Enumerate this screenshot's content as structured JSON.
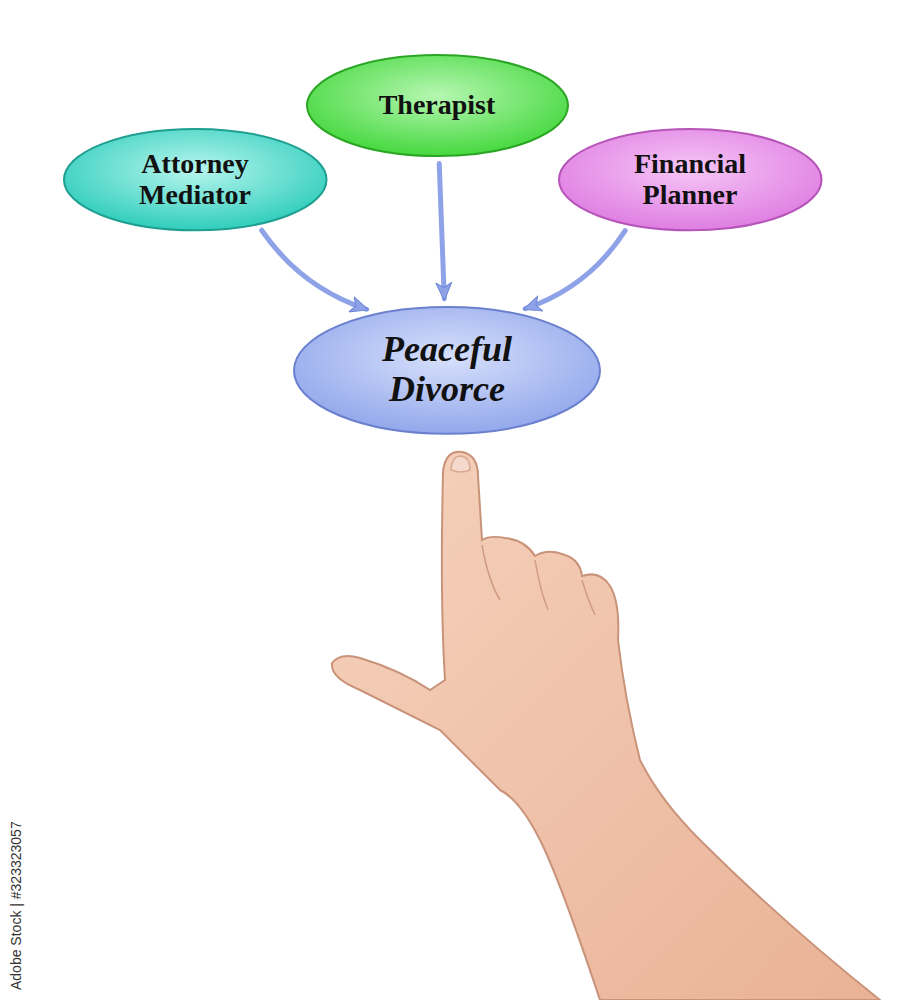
{
  "diagram": {
    "nodes": [
      {
        "text": [
          "Attorney Mediator"
        ]
      },
      {
        "text": [
          "Therapist"
        ]
      },
      {
        "text": [
          "Financial Planner"
        ]
      },
      {
        "text": [
          "Peaceful Divorce"
        ]
      }
    ],
    "edges": [
      {
        "from": 0,
        "to": 3,
        "arrow": "to"
      },
      {
        "from": 1,
        "to": 3,
        "arrow": "to"
      },
      {
        "from": 2,
        "to": 3,
        "arrow": "to"
      }
    ],
    "labels": [
      "Adobe Stock | #323323057"
    ]
  }
}
